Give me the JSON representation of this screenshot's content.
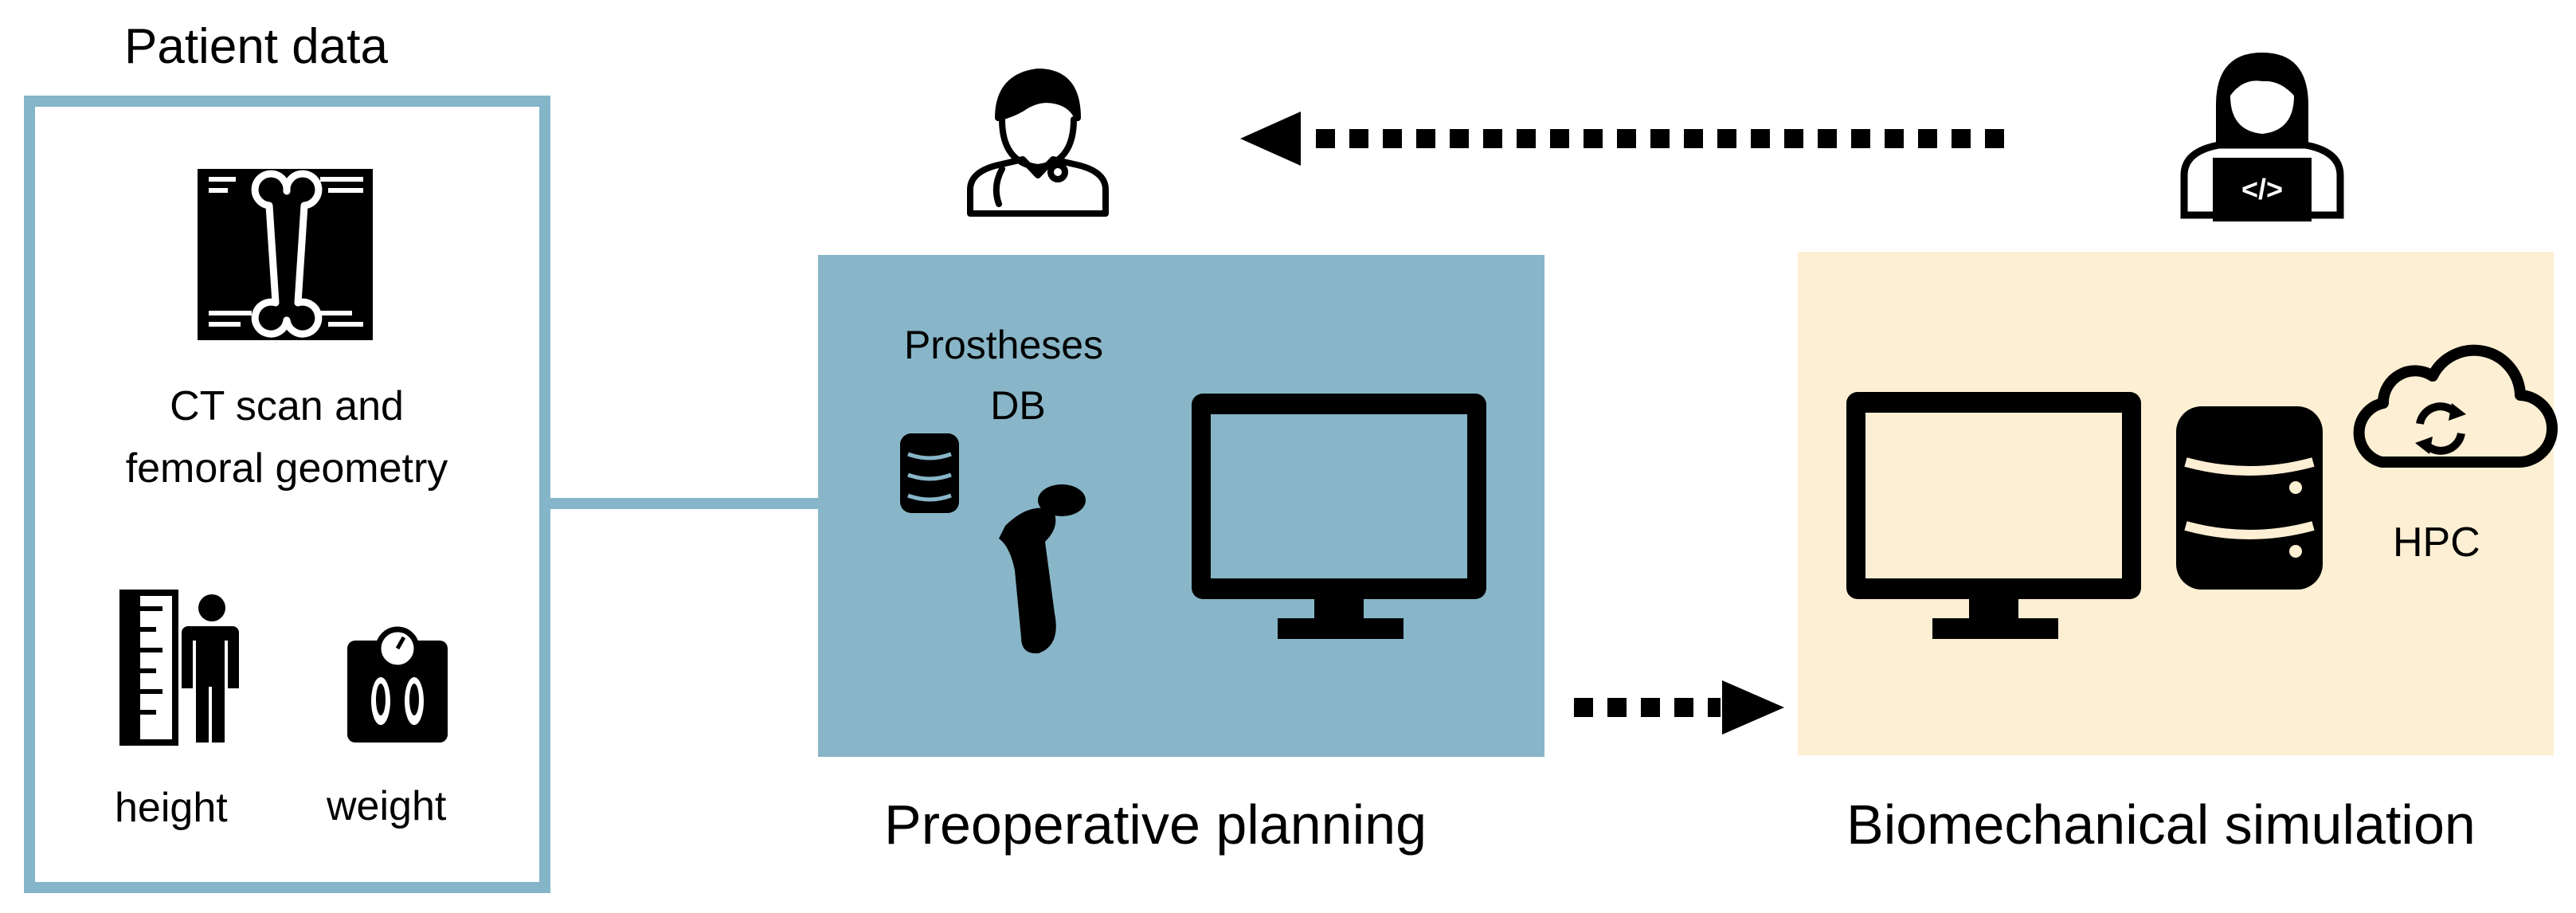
{
  "patient": {
    "title": "Patient data",
    "ct_line1": "CT scan and",
    "ct_line2": "femoral geometry",
    "height_label": "height",
    "weight_label": "weight"
  },
  "planning": {
    "db_line1": "Prostheses",
    "db_line2": "DB",
    "caption": "Preoperative planning"
  },
  "simulation": {
    "hpc_label": "HPC",
    "caption": "Biomechanical simulation"
  },
  "colors": {
    "patient_border": "#85b5c8",
    "planning_fill": "#88b6c8",
    "simulation_fill": "#fdefd3",
    "ink": "#000000"
  },
  "icons": {
    "ct": "ct-scan-icon",
    "height": "height-icon",
    "weight": "weight-scale-icon",
    "db_small": "database-icon",
    "prosthesis": "hip-prosthesis-icon",
    "monitor": "monitor-icon",
    "doctor": "doctor-icon",
    "developer": "developer-icon",
    "cloud": "cloud-sync-icon"
  }
}
